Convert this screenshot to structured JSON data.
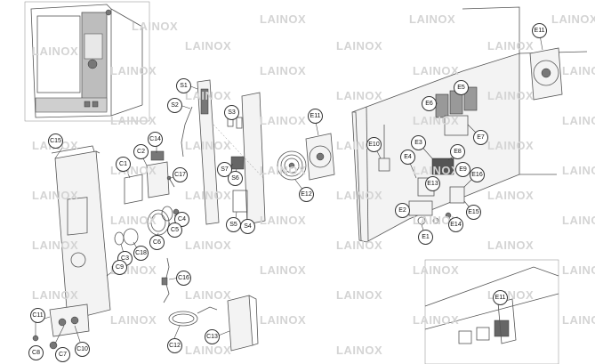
{
  "watermark_text": "LAINOX",
  "callouts": [
    "C15",
    "C14",
    "C2",
    "C1",
    "C17",
    "C4",
    "C5",
    "C6",
    "C3",
    "C18",
    "C9",
    "C16",
    "C11",
    "C8",
    "C7",
    "C10",
    "C12",
    "C13",
    "S1",
    "S2",
    "S3",
    "S7",
    "S6",
    "S5",
    "S4",
    "E11",
    "E12",
    "E10",
    "E3",
    "E4",
    "E6",
    "E5",
    "E7",
    "E8",
    "E9",
    "E16",
    "E13",
    "E15",
    "E2",
    "E14",
    "E1",
    "E11"
  ]
}
